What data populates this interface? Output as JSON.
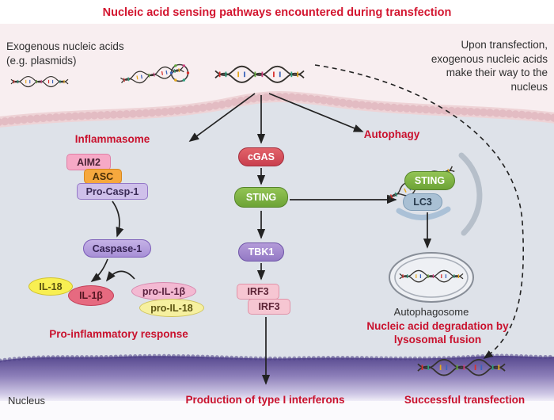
{
  "title": "Nucleic acid sensing pathways encountered during transfection",
  "colors": {
    "accent_red": "#c9112d",
    "cell_interior": "#dee2e9",
    "membrane_pink": "#eed3d6",
    "nucleus_purple": "#584a92",
    "sting_green": "#7bb23f",
    "cgas_red": "#d04a55"
  },
  "annotations": {
    "exogenous": "Exogenous nucleic acids (e.g. plasmids)",
    "upon_transfection": "Upon transfection, exogenous nucleic acids make their way to the nucleus",
    "nucleus": "Nucleus",
    "autophagosome": "Autophagosome",
    "successful_transfection": "Successful transfection",
    "production_interferons": "Production of type I interferons",
    "pro_inflammatory": "Pro-inflammatory response",
    "degradation": "Nucleic acid degradation by lysosomal fusion"
  },
  "pathways": {
    "inflammasome": {
      "label": "Inflammasome",
      "aim2": "AIM2",
      "asc": "ASC",
      "pro_casp": "Pro-Casp-1",
      "caspase": "Caspase-1",
      "il18": "IL-18",
      "il1b": "IL-1β",
      "pro_il1b": "pro-IL-1β",
      "pro_il18": "pro-IL-18"
    },
    "cgas_sting": {
      "cgas": "cGAS",
      "sting": "STING",
      "tbk1": "TBK1",
      "irf3a": "IRF3",
      "irf3b": "IRF3"
    },
    "autophagy": {
      "label": "Autophagy",
      "sting": "STING",
      "lc3": "LC3"
    }
  }
}
